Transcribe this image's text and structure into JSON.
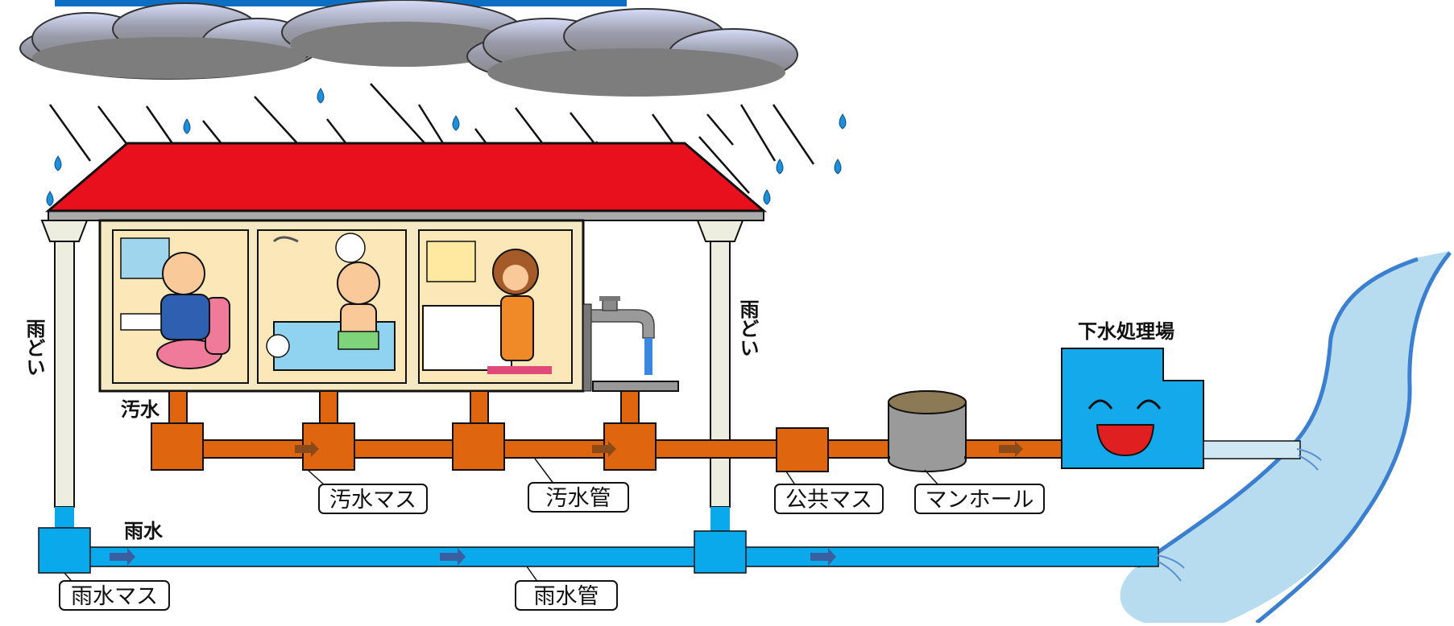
{
  "labels": {
    "downspout": "雨どい",
    "sewage": "汚水",
    "stormwater": "雨水",
    "sewage_basin": "汚水マス",
    "sewage_pipe": "汚水管",
    "public_basin": "公共マス",
    "manhole": "マンホール",
    "treatment_plant": "下水処理場",
    "stormwater_basin": "雨水マス",
    "stormwater_pipe": "雨水管"
  },
  "colors": {
    "roof": "#e8101c",
    "sewage_pipe": "#e0650f",
    "stormwater_pipe": "#0aa9ec",
    "treatment_plant": "#14a9ea",
    "river": "#b8dcef",
    "river_bank": "#3b7fd0",
    "rain": "#1e8fd8",
    "cloud": "#868686",
    "title_bar": "#0d6fc3"
  },
  "icons": {
    "house": "house-cutaway-illustration",
    "faucet": "faucet-icon",
    "plant_face": "smiling-face-icon"
  }
}
